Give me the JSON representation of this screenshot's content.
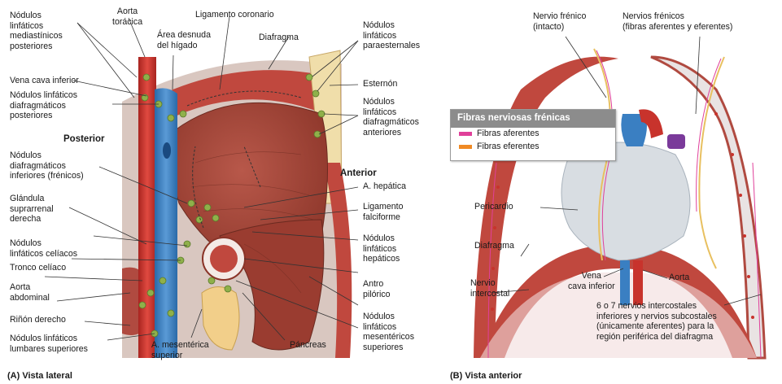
{
  "panel_a": {
    "caption": "(A) Vista lateral",
    "labels": {
      "nodulos_mediastinicos": "Nódulos\nlinfáticos\nmediastínicos\nposteriores",
      "aorta_toracica": "Aorta\ntorácica",
      "area_desnuda": "Área desnuda\ndel hígado",
      "ligamento_coronario": "Ligamento coronario",
      "diafragma": "Diafragma",
      "nodulos_paraesternales": "Nódulos\nlinfáticos\nparaesternales",
      "vena_cava_inferior": "Vena cava inferior",
      "esternon": "Esternón",
      "nodulos_diafragmaticos_posteriores": "Nódulos linfáticos\ndiafragmáticos\nposteriores",
      "nodulos_diafragmaticos_anteriores": "Nódulos\nlinfáticos\ndiafragmáticos\nanteriores",
      "posterior": "Posterior",
      "anterior": "Anterior",
      "nodulos_frenicos": "Nódulos\ndiafragmáticos\ninferiores (frénicos)",
      "a_hepatica": "A. hepática",
      "glandula_suprarrenal": "Glándula\nsuprarrenal\nderecha",
      "ligamento_falciforme": "Ligamento\nfalciforme",
      "nodulos_celiacos": "Nódulos\nlinfáticos celíacos",
      "nodulos_hepaticos": "Nódulos\nlinfáticos\nhepáticos",
      "tronco_celiaco": "Tronco celíaco",
      "aorta_abdominal": "Aorta\nabdominal",
      "antro_pilorico": "Antro\npilórico",
      "rinon_derecho": "Riñón derecho",
      "nodulos_lumbares": "Nódulos linfáticos\nlumbares superiores",
      "a_mesenterica": "A. mesentérica\nsuperior",
      "pancreas": "Páncreas",
      "nodulos_mesentericos": "Nódulos\nlinfáticos\nmesentéricos\nsuperiores"
    }
  },
  "panel_b": {
    "caption": "(B) Vista anterior",
    "labels": {
      "nervio_frenico": "Nervio frénico\n(intacto)",
      "nervios_frenicos": "Nervios frénicos\n(fibras aferentes y eferentes)",
      "pericardio": "Pericardio",
      "diafragma": "Diafragma",
      "vena_cava_inferior": "Vena\ncava inferior",
      "aorta": "Aorta",
      "nervio_intercostal": "Nervio\nintercostal",
      "intercostales": "6 o 7 nervios intercostales\ninferiores y nervios subcostales\n(únicamente aferentes) para la\nregión periférica del diafragma"
    },
    "legend": {
      "title": "Fibras nerviosas frénicas",
      "items": [
        {
          "label": "Fibras aferentes",
          "color": "#e0409a"
        },
        {
          "label": "Fibras eferentes",
          "color": "#f08a24"
        }
      ]
    }
  },
  "colors": {
    "liver": "#a8463a",
    "muscle": "#c0483e",
    "vein": "#3a7fc2",
    "artery": "#c8332c",
    "lymph": "#8fb04a",
    "nerve": "#e8c060",
    "pericardium": "#d8dde2",
    "sternum": "#f0deaa"
  }
}
